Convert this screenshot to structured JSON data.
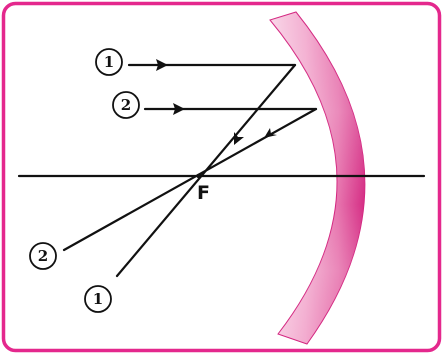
{
  "diagram": {
    "focus_label": "F",
    "ray_labels": [
      "1",
      "2",
      "2",
      "1"
    ],
    "colors": {
      "frame": "#e4288d",
      "mirror_light": "#f8d3e6",
      "mirror_mid": "#e56aa8",
      "mirror_dark": "#d21f7c",
      "ray": "#111111"
    },
    "icons": {
      "incoming_arrow": "arrow-right-icon",
      "reflected_arrow": "arrow-down-left-icon"
    }
  }
}
